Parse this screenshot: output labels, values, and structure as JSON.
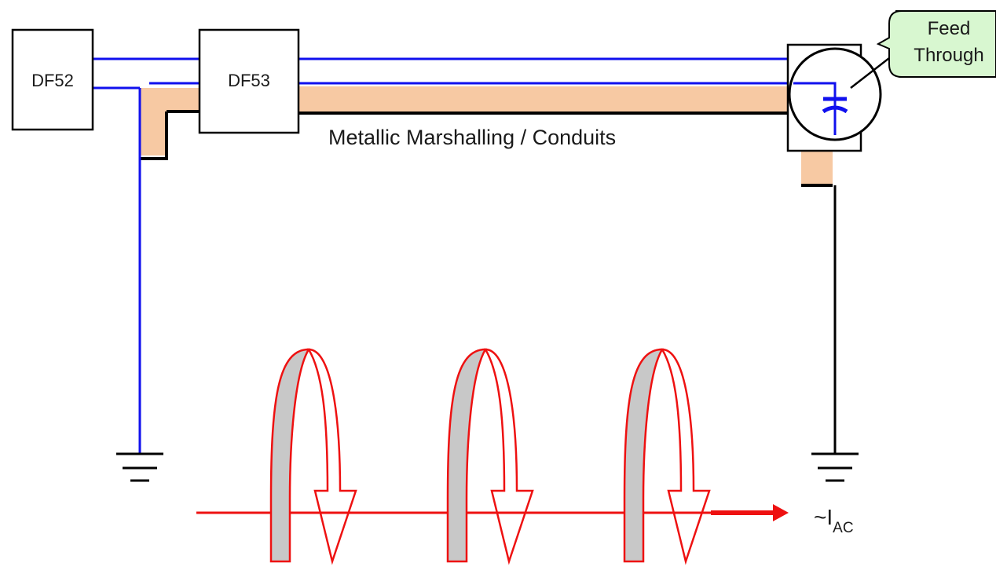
{
  "devices": [
    {
      "id": "df52",
      "label": "DF52"
    },
    {
      "id": "df53",
      "label": "DF53"
    }
  ],
  "conduit_label": "Metallic Marshalling / Conduits",
  "callout": {
    "line1": "Feed",
    "line2": "Through"
  },
  "current": {
    "prefix": "~I",
    "subscript": "AC"
  },
  "colors": {
    "signal_wire": "#1010ee",
    "conduit_fill": "#f7c9a3",
    "ground_wire": "#000000",
    "current_arrow": "#ee1111",
    "field_loop_fill": "#c8c8c8",
    "callout_fill": "#d8f7d0"
  },
  "icons": [
    "ground-symbol-icon",
    "capacitor-icon",
    "current-arrow-icon",
    "magnetic-field-loop-icon"
  ]
}
